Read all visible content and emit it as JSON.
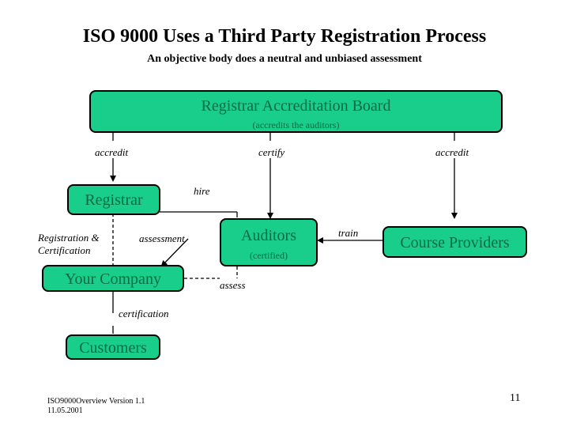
{
  "title": "ISO 9000 Uses a Third Party Registration Process",
  "subtitle": "An objective body does a neutral and unbiased assessment",
  "boxes": {
    "board": {
      "title": "Registrar Accreditation Board",
      "sub": "(accredits the auditors)"
    },
    "registrar": {
      "title": "Registrar"
    },
    "auditors": {
      "title": "Auditors",
      "sub": "(certified)"
    },
    "course_providers": {
      "title": "Course Providers"
    },
    "company": {
      "title": "Your Company"
    },
    "customers": {
      "title": "Customers"
    }
  },
  "labels": {
    "accredit_left": "accredit",
    "certify": "certify",
    "accredit_right": "accredit",
    "hire": "hire",
    "registration_line1": "Registration &",
    "registration_line2": "Certification",
    "assessment": "assessment",
    "train": "train",
    "assess": "assess",
    "certification": "certification"
  },
  "footer": {
    "line1": "ISO9000Overview Version 1.1",
    "line2": "11.05.2001",
    "page_number": "11"
  },
  "colors": {
    "box_fill": "#19cd8a",
    "box_text": "#0b6b44",
    "border": "#000000"
  }
}
